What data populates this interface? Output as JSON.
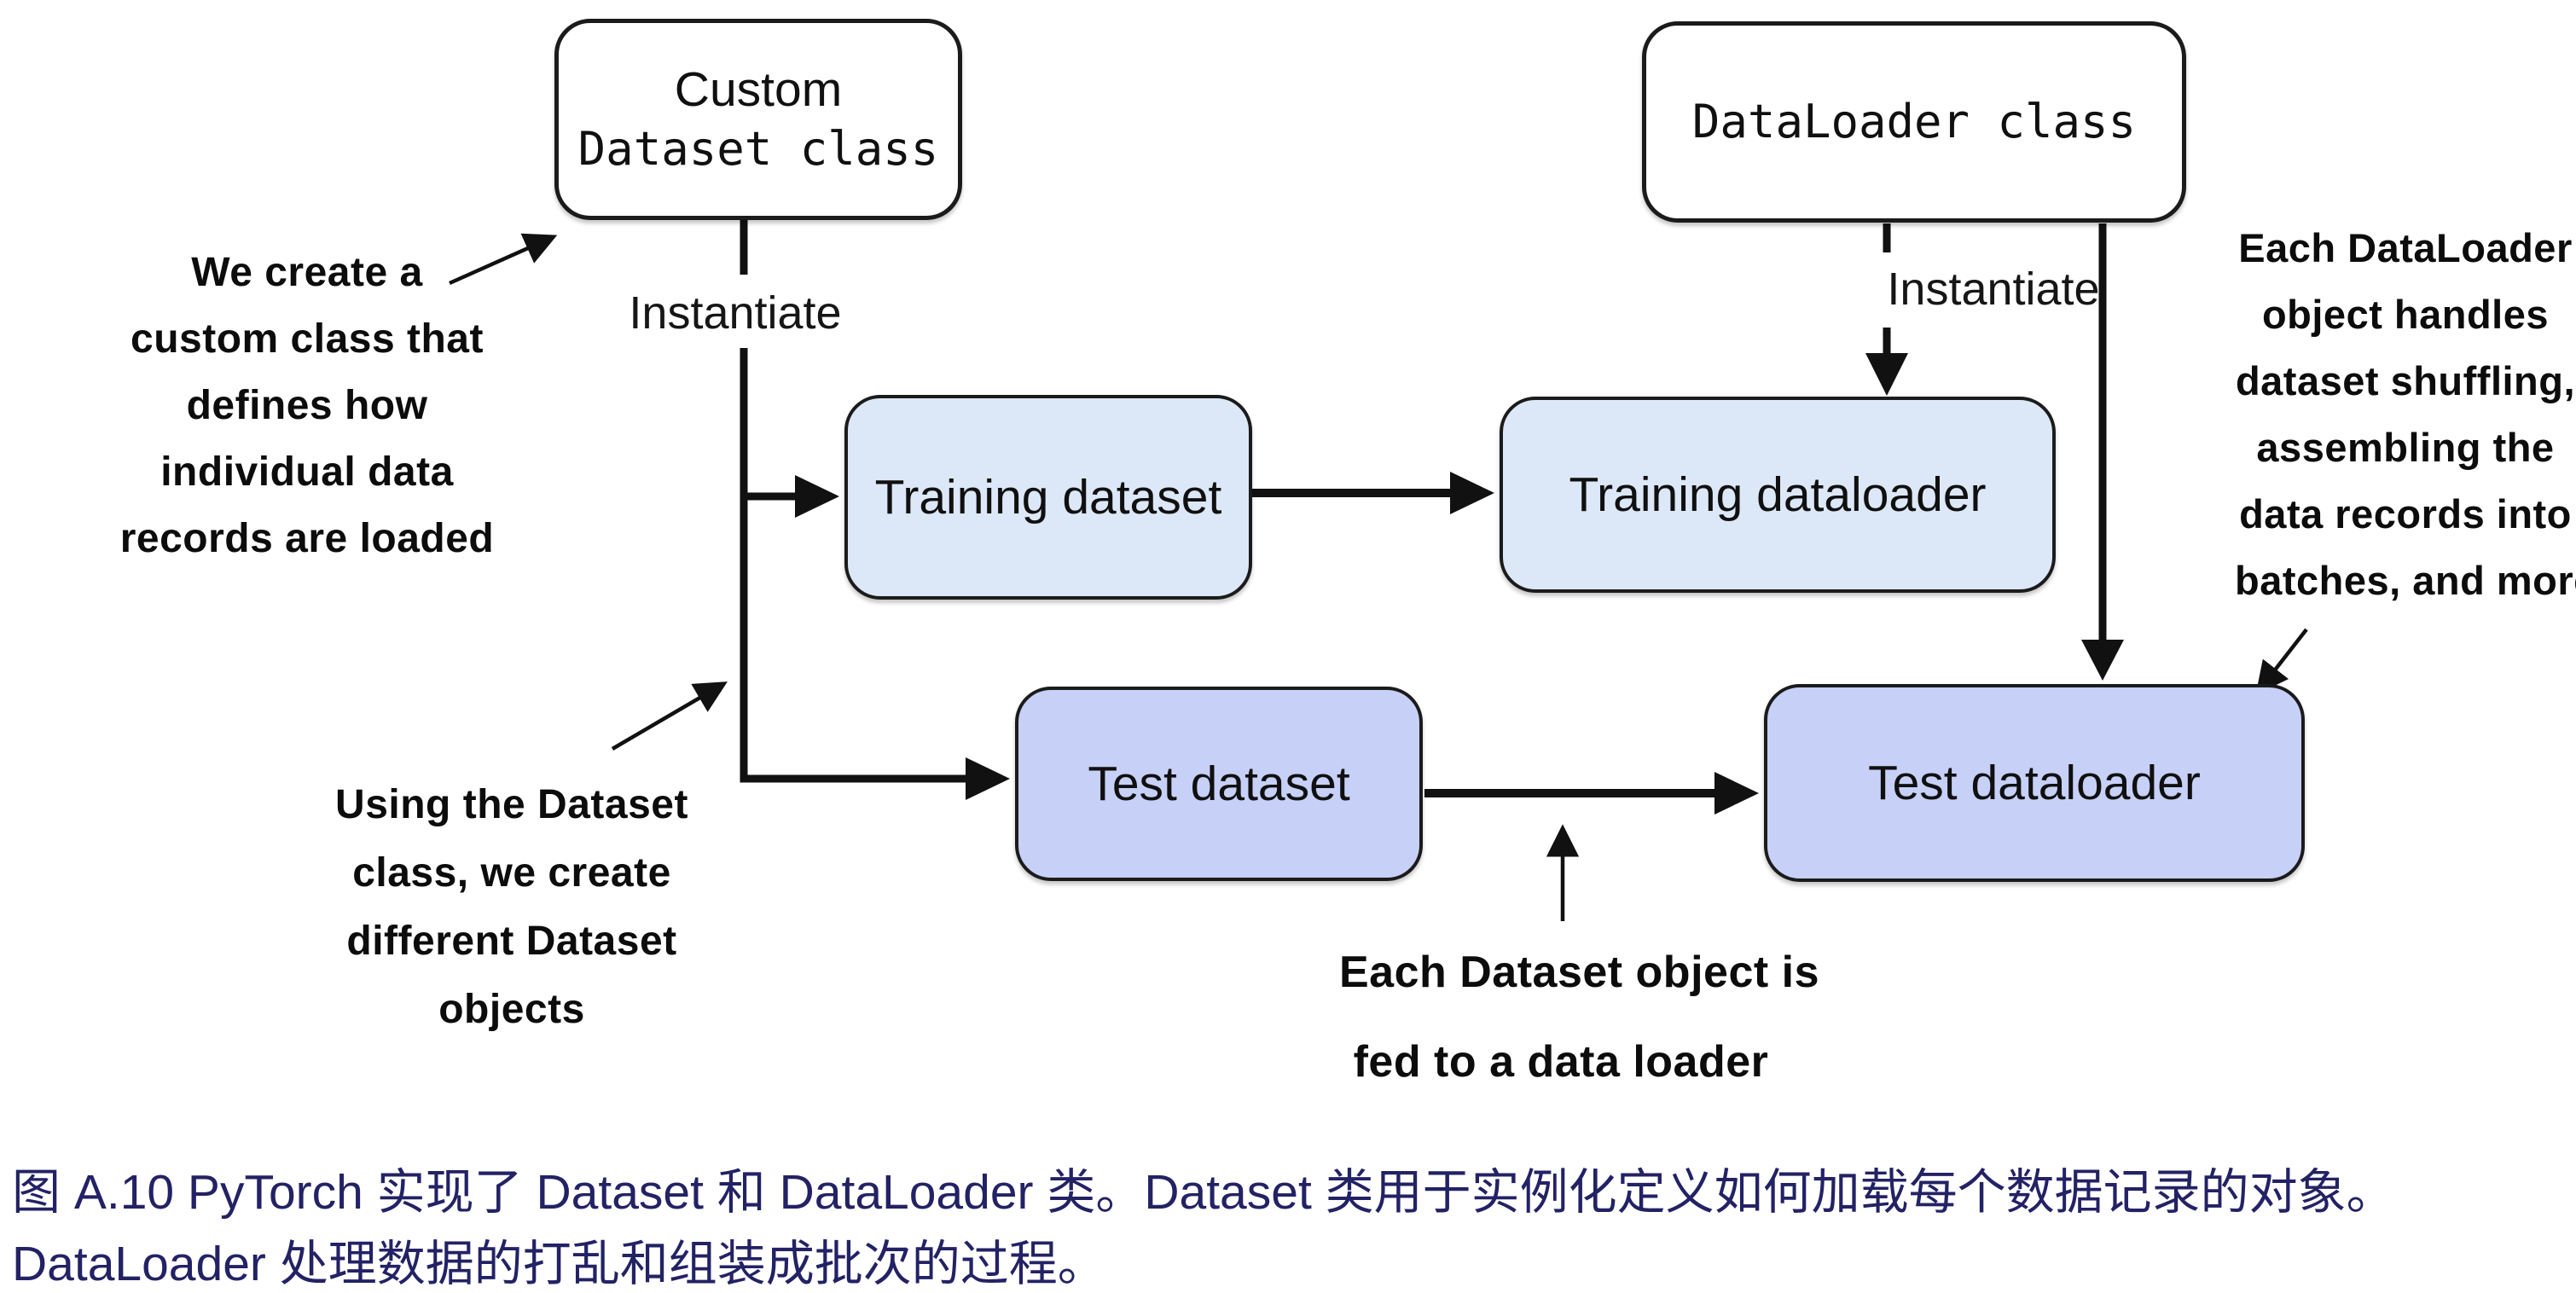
{
  "figure": {
    "boxes": {
      "custom_dataset_class": {
        "line1": "Custom",
        "line2": "Dataset class"
      },
      "dataloader_class": {
        "label": "DataLoader class"
      },
      "training_dataset": {
        "label": "Training dataset"
      },
      "training_dataloader": {
        "label": "Training dataloader"
      },
      "test_dataset": {
        "label": "Test dataset"
      },
      "test_dataloader": {
        "label": "Test dataloader"
      }
    },
    "edge_labels": {
      "instantiate_left": "Instantiate",
      "instantiate_right": "Instantiate"
    },
    "annotations": {
      "create_custom_class": {
        "lines": [
          "We create a",
          "custom class that",
          "defines how",
          "individual data",
          "records are loaded"
        ]
      },
      "using_dataset_class": {
        "lines": [
          "Using the Dataset",
          "class, we create",
          "different Dataset",
          "objects"
        ]
      },
      "dataset_fed_to_loader": {
        "lines": [
          "Each Dataset object is",
          "fed to a data loader"
        ]
      },
      "dataloader_handles": {
        "lines": [
          "Each DataLoader",
          "object handles",
          "dataset shuffling,",
          "assembling the",
          "data records into",
          "batches, and more"
        ]
      }
    },
    "colors": {
      "white_box_fill": "#ffffff",
      "training_box_fill": "#dce8f7",
      "test_box_fill": "#c7d0f6",
      "line_color": "#111111",
      "border_color": "#1b1b1b",
      "caption_color": "#232265"
    }
  },
  "caption": {
    "lines": [
      "图 A.10 PyTorch 实现了 Dataset 和 DataLoader 类。Dataset 类用于实例化定义如何加载每个数据记录的对象。",
      "DataLoader 处理数据的打乱和组装成批次的过程。"
    ]
  }
}
